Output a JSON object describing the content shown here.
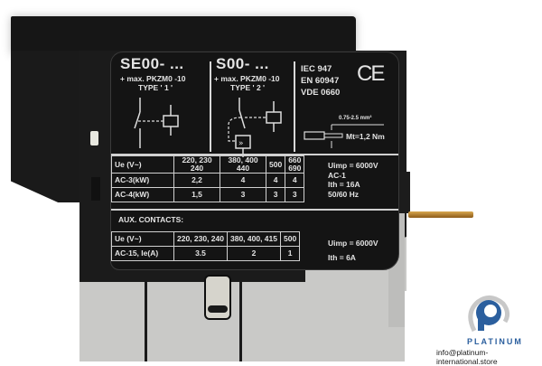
{
  "image": {
    "subject": "Auxiliary contact / shunt release module with printed specification label",
    "colors": {
      "housing": "#1b1b1b",
      "base": "#c9c9c7",
      "label_text": "#e4e4e4",
      "pin": "#c8963c",
      "logo_blue": "#2b5f9e"
    }
  },
  "label": {
    "left_type": {
      "title": "SE00- ...",
      "line1": "+ max. PKZM0 -10",
      "line2": "TYPE ' 1 '"
    },
    "right_type": {
      "title": "S00- ...",
      "line1": "+ max. PKZM0 -10",
      "line2": "TYPE ' 2 '"
    },
    "standards": [
      "IEC 947",
      "EN 60947",
      "VDE 0660"
    ],
    "ce_mark": "CE",
    "wire_section": "0.75-2.5 mm²",
    "torque": "Mt=1,2 Nm",
    "main_table": {
      "header": [
        "Ue (V~)",
        "220, 230\n240",
        "380, 400\n440",
        "500",
        "660\n690"
      ],
      "rows": [
        [
          "AC-3(kW)",
          "2,2",
          "4",
          "4",
          "4"
        ],
        [
          "AC-4(kW)",
          "1,5",
          "3",
          "3",
          "3"
        ]
      ],
      "notes": [
        "Uimp = 6000V",
        "AC-1",
        "Ith = 16A",
        "50/60 Hz"
      ]
    },
    "aux_title": "AUX. CONTACTS:",
    "aux_table": {
      "header": [
        "Ue (V~)",
        "220, 230, 240",
        "380, 400, 415",
        "500"
      ],
      "rows": [
        [
          "AC-15, Ie(A)",
          "3.5",
          "2",
          "1"
        ]
      ],
      "notes": [
        "Uimp = 6000V",
        "Ith = 6A"
      ]
    }
  },
  "watermark": {
    "brand": "PLATINUM",
    "email": "info@platinum-international.store"
  }
}
